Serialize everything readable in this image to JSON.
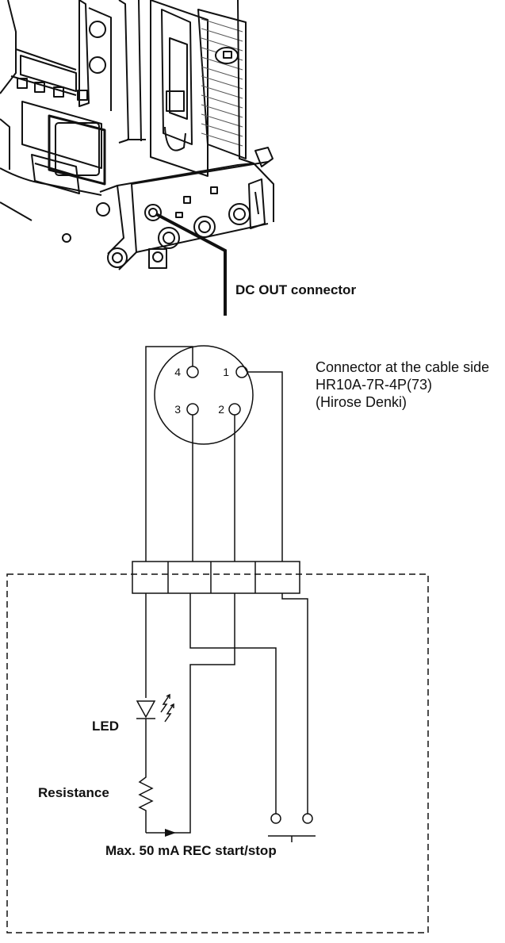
{
  "labels": {
    "dc_out": "DC OUT connector",
    "cable_side_line1": "Connector at the cable side",
    "cable_side_line2": "HR10A-7R-4P(73)",
    "cable_side_line3": "(Hirose Denki)",
    "led": "LED",
    "resistance": "Resistance",
    "rec": "Max. 50 mA REC start/stop"
  },
  "pins": {
    "p1": "1",
    "p2": "2",
    "p3": "3",
    "p4": "4"
  },
  "icons": {
    "camera": "camera-rear-illustration-icon",
    "led": "led-diode-icon",
    "resistor": "resistor-icon",
    "switch": "rec-switch-icon"
  }
}
